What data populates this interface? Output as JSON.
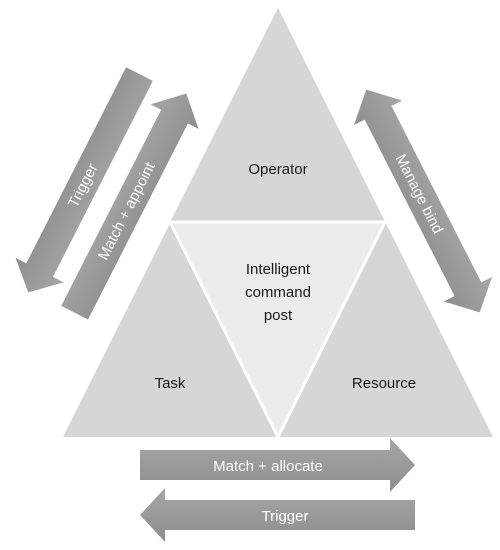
{
  "diagram": {
    "nodes": {
      "top": "Operator",
      "center": [
        "Intelligent",
        "command",
        "post"
      ],
      "left": "Task",
      "right": "Resource"
    },
    "arrows": {
      "left_outer": "Trigger",
      "left_inner": "Match + appoint",
      "right": "Manage bind",
      "bottom_upper": "Match + allocate",
      "bottom_lower": "Trigger"
    },
    "colors": {
      "triangle": "#d6d6d6",
      "center_triangle": "#ebebeb",
      "arrow": "#9c9c9c"
    }
  }
}
